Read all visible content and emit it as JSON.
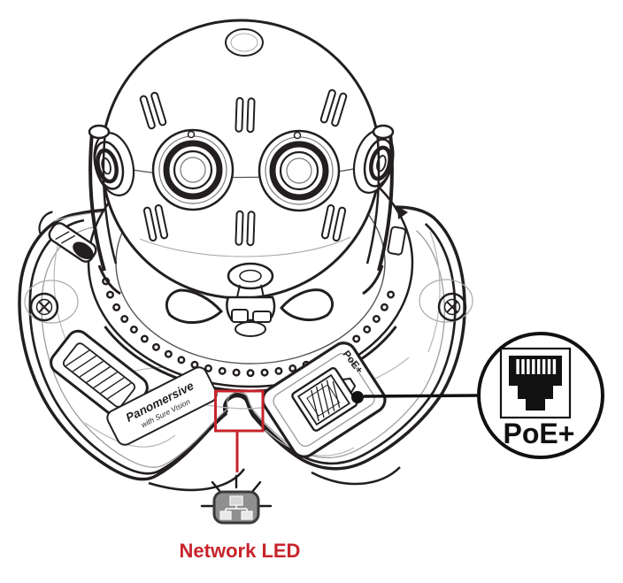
{
  "diagram": {
    "background": "#ffffff",
    "line_color": "#231f20",
    "annotation_color": "#c7242b",
    "labels": {
      "network_led": "Network LED",
      "poe_callout": "PoE+",
      "port_embossed": "PoE+"
    },
    "device_markings": {
      "brand": "Panomersive",
      "tagline": "with Sure Vision"
    },
    "icons": [
      {
        "name": "network-led-icon",
        "fill": "#8f8f8f",
        "border": "#3a3a3a",
        "glyph": "#f2f2f2"
      },
      {
        "name": "rj45-jack-icon",
        "fill": "#111111"
      }
    ]
  }
}
